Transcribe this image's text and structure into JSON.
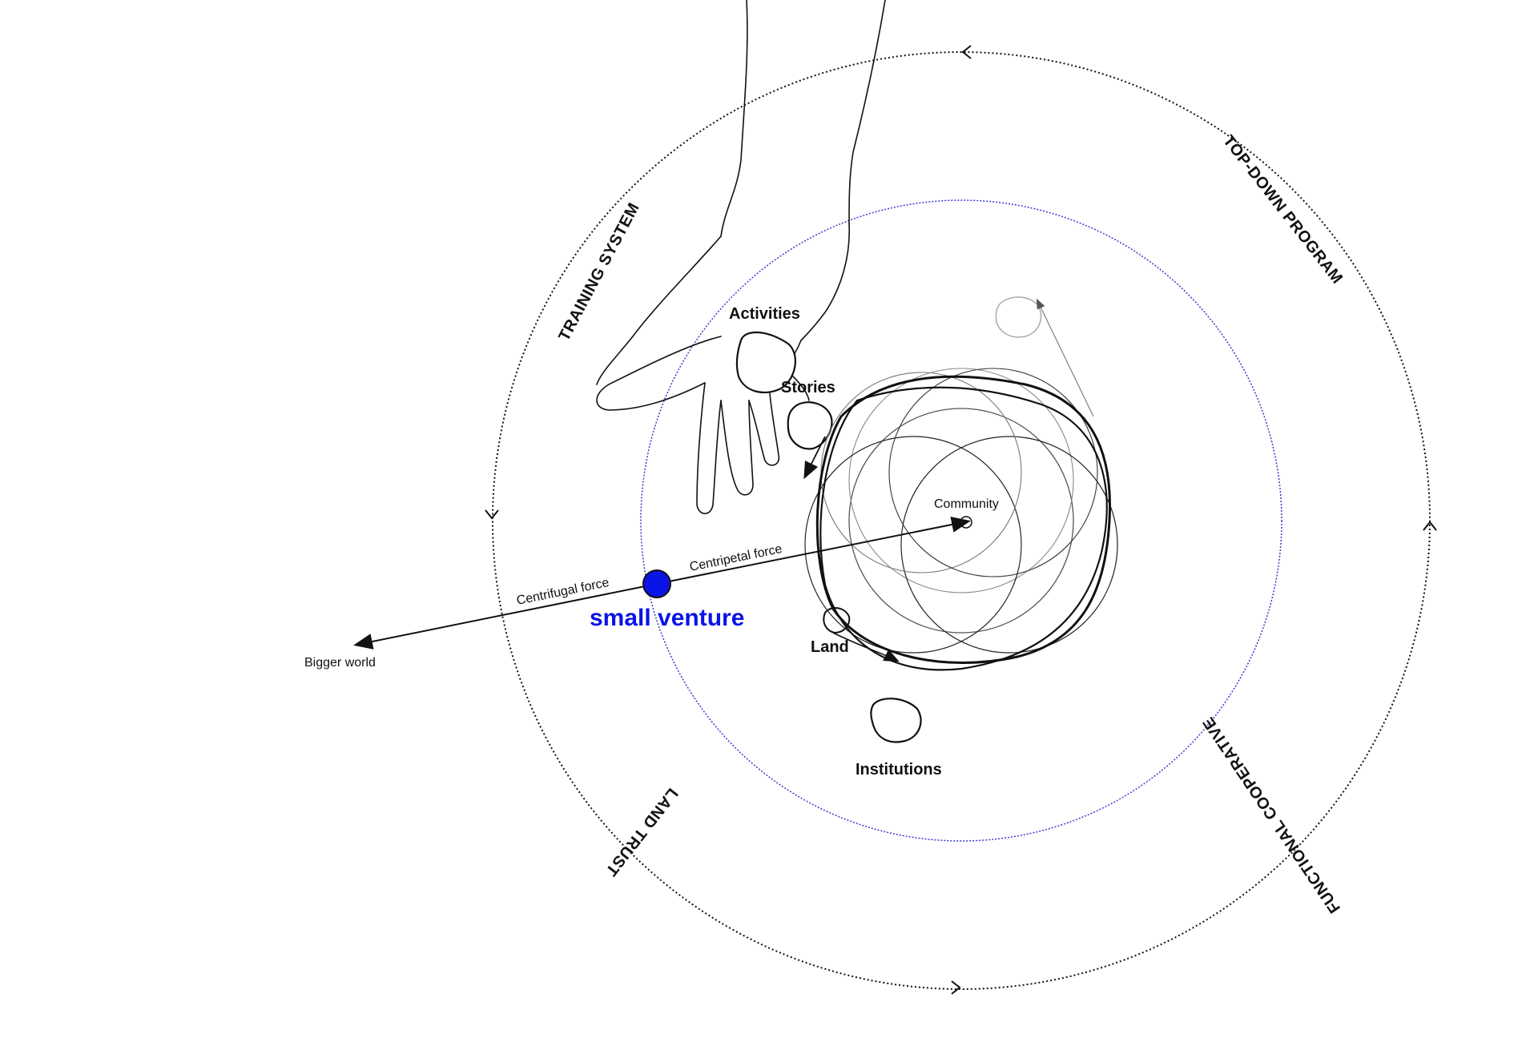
{
  "outer_ring_labels": {
    "training_system": "TRAINING SYSTEM",
    "top_down_program": "TOP-DOWN PROGRAM",
    "functional_cooperative": "FUNCTIONAL COOPERATIVE",
    "land_trust": "LAND TRUST"
  },
  "elements": {
    "activities": "Activities",
    "stories": "Stories",
    "land": "Land",
    "institutions": "Institutions",
    "community": "Community"
  },
  "forces": {
    "centripetal": "Centripetal force",
    "centrifugal": "Centrifugal force",
    "bigger_world": "Bigger world"
  },
  "venture": {
    "label": "small venture",
    "color": "#0a14e6"
  },
  "colors": {
    "inner_orbit": "#3a3ad0",
    "ink": "#111111",
    "grey": "#9a9a9a"
  }
}
